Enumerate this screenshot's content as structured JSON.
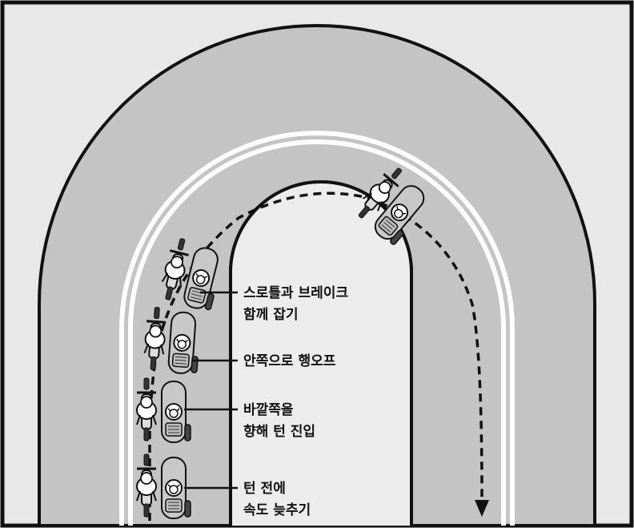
{
  "figure": {
    "background_color": "#e8e8e8",
    "road_color": "#c4c4c4",
    "outline_color": "#111111",
    "lane_line_color": "#ffffff",
    "path_color": "#111111"
  },
  "labels": {
    "step_4": {
      "line1": "스로틀과 브레이크",
      "line2": "함께 잡기"
    },
    "step_3": {
      "line1": "안쪽으로 행오프"
    },
    "step_2": {
      "line1": "바깥쪽을",
      "line2": "향해 턴 진입"
    },
    "step_1": {
      "line1": "턴 전에",
      "line2": "속도 늦추기"
    }
  },
  "motorcycles": [
    {
      "icon": "motorcycle-sidecar-icon",
      "stage": "approach"
    },
    {
      "icon": "motorcycle-sidecar-icon",
      "stage": "turn-in"
    },
    {
      "icon": "motorcycle-sidecar-icon",
      "stage": "hang-off"
    },
    {
      "icon": "motorcycle-sidecar-icon",
      "stage": "throttle-brake"
    },
    {
      "icon": "motorcycle-sidecar-icon",
      "stage": "exit"
    }
  ]
}
